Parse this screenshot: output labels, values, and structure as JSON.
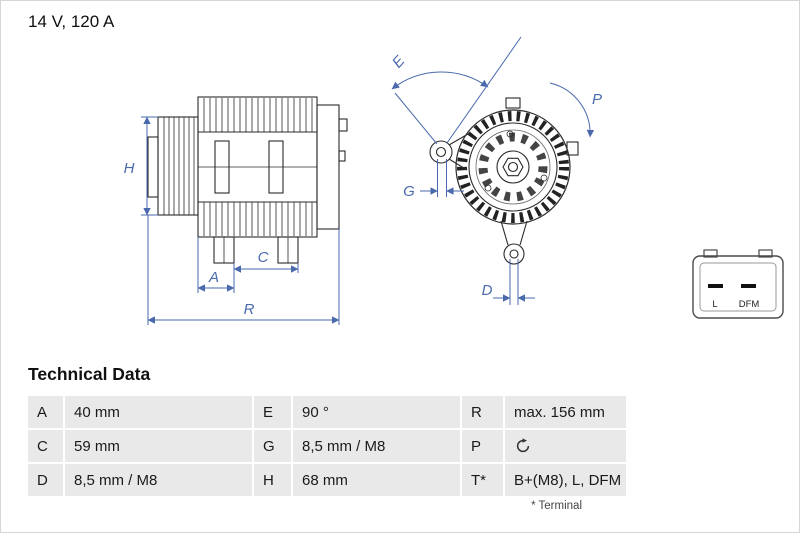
{
  "header": {
    "rating": "14 V, 120 A"
  },
  "diagram": {
    "accent_color": "#4a69ad",
    "dimension_labels": {
      "H": "H",
      "A": "A",
      "C": "C",
      "R": "R",
      "E": "E",
      "P": "P",
      "G": "G",
      "D": "D"
    },
    "connector": {
      "pin_left_label": "L",
      "pin_right_label": "DFM"
    }
  },
  "table": {
    "title": "Technical Data",
    "rows": [
      [
        "A",
        "40 mm",
        "E",
        "90 °",
        "R",
        "max. 156 mm"
      ],
      [
        "C",
        "59 mm",
        "G",
        "8,5 mm / M8",
        "P",
        ""
      ],
      [
        "D",
        "8,5 mm / M8",
        "H",
        "68 mm",
        "T*",
        "B+(M8), L, DFM"
      ]
    ],
    "p_value_icon": "clockwise-rotation-icon",
    "footnote": "* Terminal"
  }
}
